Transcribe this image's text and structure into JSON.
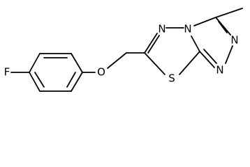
{
  "molecule": {
    "atoms": {
      "fluorine": "F",
      "ether_oxygen": "O",
      "ring_nitrogen_top": "N",
      "ring_nitrogen_fused": "N",
      "ring_nitrogen_right_1": "N",
      "ring_nitrogen_right_2": "N",
      "ring_sulfur": "S"
    }
  }
}
